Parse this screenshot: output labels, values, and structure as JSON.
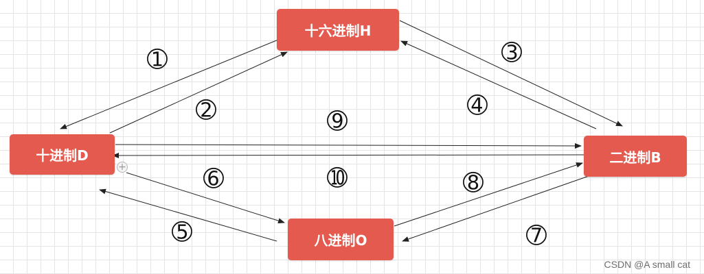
{
  "nodes": {
    "hex": "十六进制H",
    "dec": "十进制D",
    "bin": "二进制B",
    "oct": "八进制O"
  },
  "numbers": {
    "n1": "➀",
    "n2": "➁",
    "n3": "➂",
    "n4": "➃",
    "n5": "➄",
    "n6": "➅",
    "n7": "➆",
    "n8": "➇",
    "n9": "➈",
    "n10": "➉"
  },
  "plus_icon": "+",
  "watermark": "CSDN @A small cat",
  "colors": {
    "node_fill": "#e45a4f",
    "node_text": "#ffffff",
    "arrow": "#222222",
    "grid": "#e4e4e4"
  }
}
